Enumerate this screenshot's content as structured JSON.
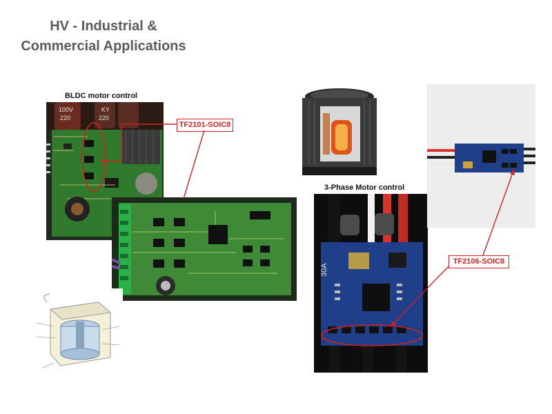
{
  "slide": {
    "title_line1": "HV - Industrial &",
    "title_line2": "Commercial Applications",
    "caption_bldc": "BLDC motor control",
    "caption_3phase": "3-Phase Motor control",
    "callout_tf2101": "TF2101-SOIC8",
    "callout_tf2106": "TF2106-SOIC8",
    "pcb_texts": {
      "cap_left": "100V",
      "cap_left2": "220",
      "cap_right": "KY",
      "cap_right2": "220",
      "esc_label": "30A"
    }
  },
  "colors": {
    "title_gray": "#5b5b5b",
    "callout_red": "#d62020",
    "pcb_green": "#2f7a2c",
    "pcb_blue": "#1f3f8a"
  }
}
